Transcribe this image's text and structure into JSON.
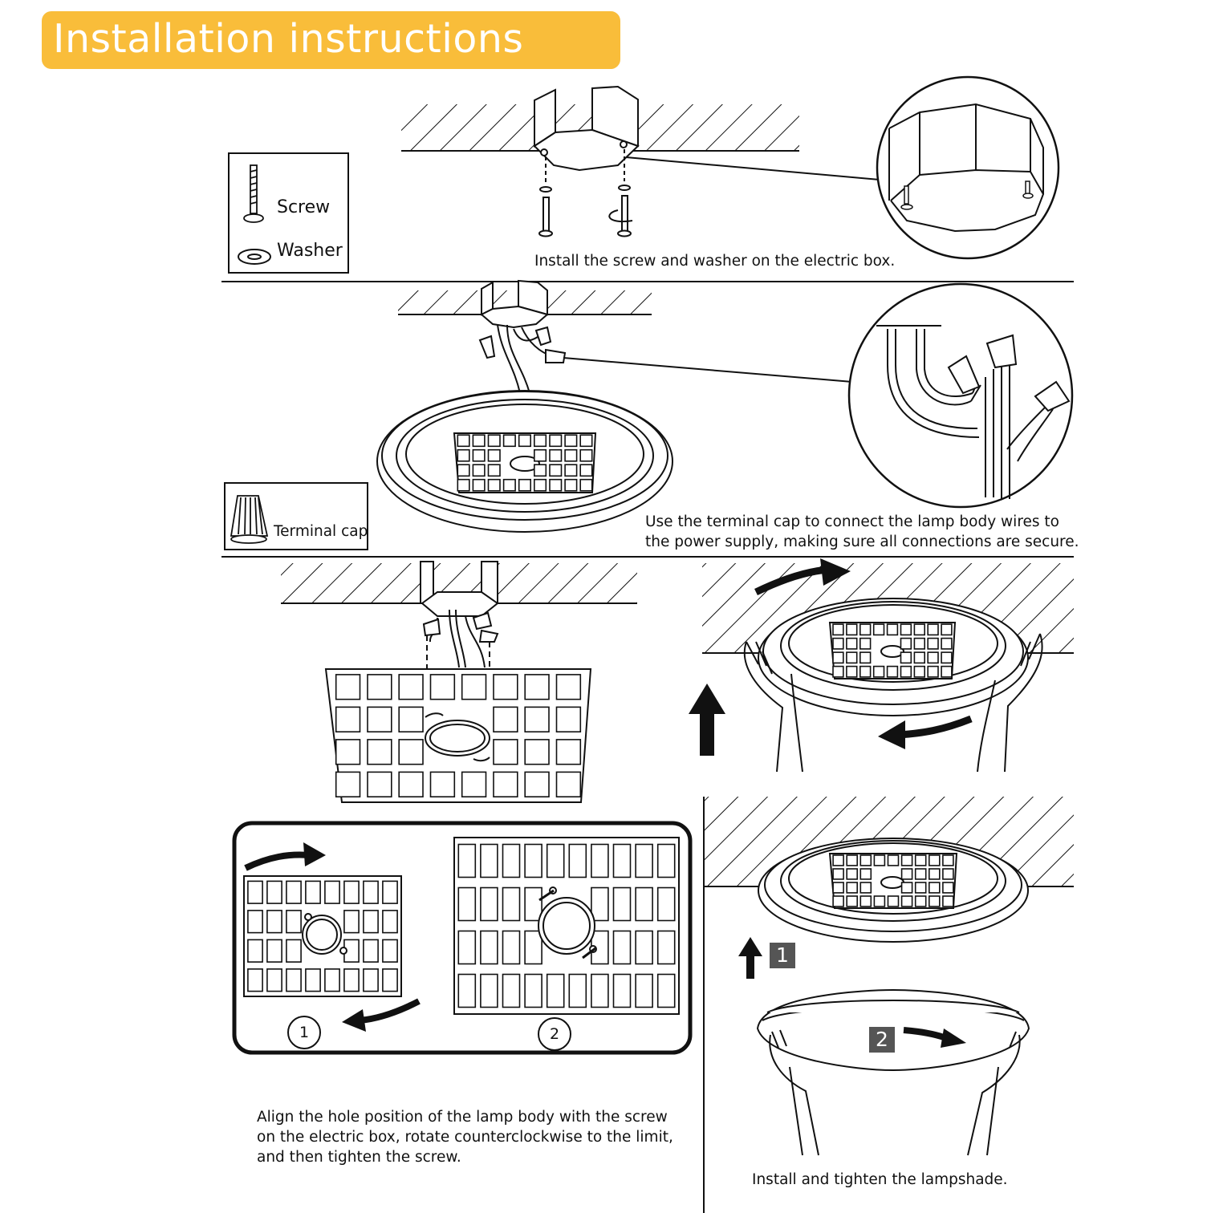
{
  "header": {
    "title": "Installation instructions"
  },
  "parts": {
    "screw": "Screw",
    "washer": "Washer",
    "terminal_cap": "Terminal cap"
  },
  "steps": {
    "step1": "Install the screw and washer on the electric box.",
    "step2": [
      "Use the terminal cap to connect the lamp body wires to",
      "the power supply, making sure all connections are secure."
    ],
    "step3": [
      "Align the hole position of the lamp body with the screw",
      "on the electric box, rotate counterclockwise to the limit,",
      "and then tighten the screw."
    ],
    "step4": "Install and tighten the lampshade."
  },
  "markers": {
    "circled_1": "1",
    "circled_2": "2",
    "badge_1": "1",
    "badge_2": "2"
  },
  "colors": {
    "banner": "#f9bd3a",
    "line": "#111111",
    "badge": "#555555"
  }
}
